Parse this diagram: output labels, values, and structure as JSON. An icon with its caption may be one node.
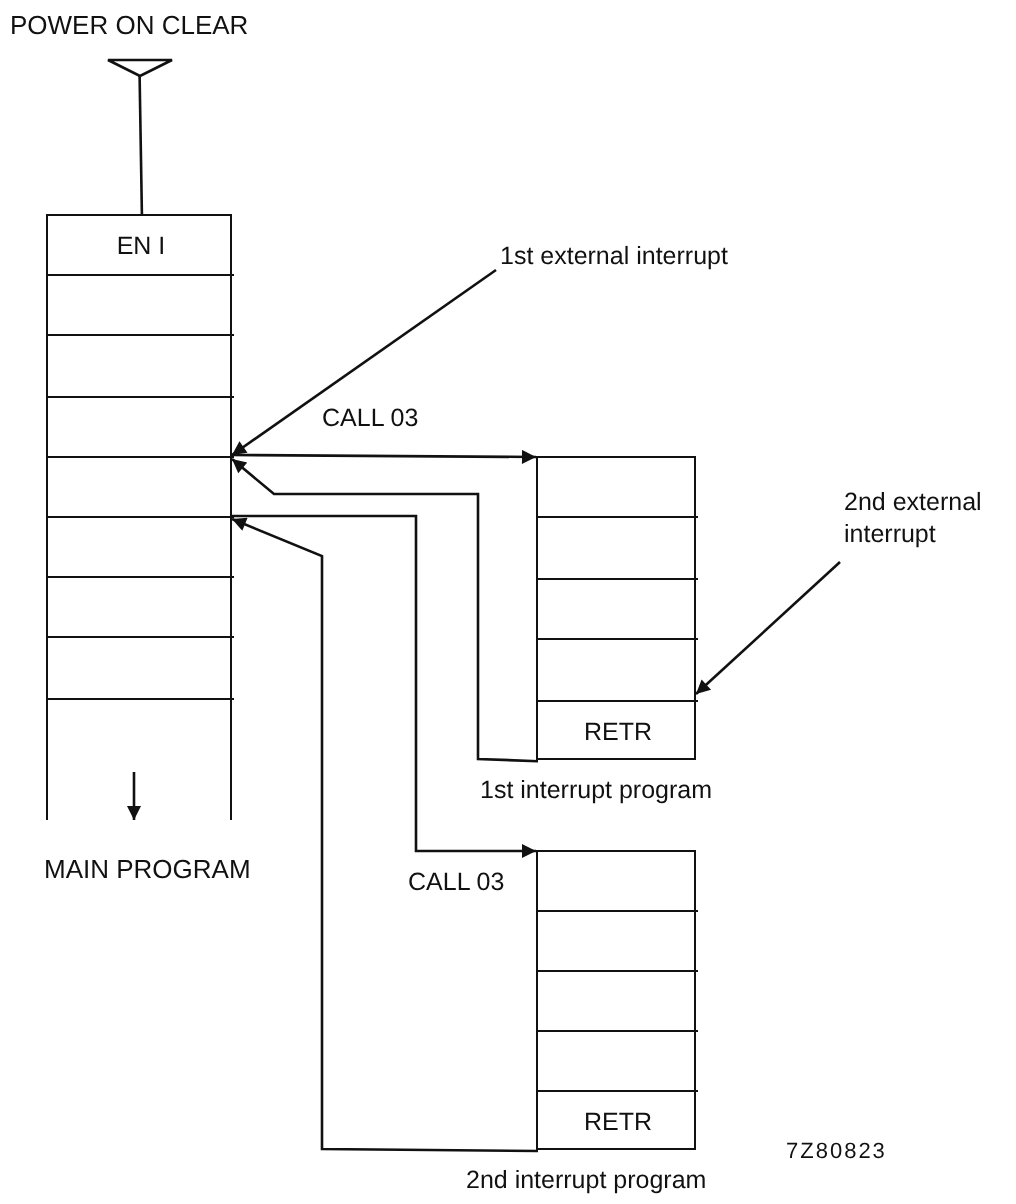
{
  "diagram": {
    "nodes": [
      {
        "text": [
          "POWER ON CLEAR"
        ]
      },
      {
        "text": [],
        "shape": "box",
        "beside": [
          "MAIN PROGRAM"
        ]
      },
      {
        "text": [
          "EN I"
        ],
        "in": 1
      },
      {
        "text": [],
        "shape": "box",
        "in": 1
      },
      {
        "text": [],
        "shape": "box",
        "in": 1
      },
      {
        "text": [],
        "shape": "box",
        "in": 1
      },
      {
        "text": [],
        "shape": "box",
        "in": 1
      },
      {
        "text": [],
        "shape": "box",
        "in": 1
      },
      {
        "text": [],
        "shape": "box",
        "in": 1
      },
      {
        "text": [],
        "shape": "box",
        "in": 1
      },
      {
        "text": [
          "1st external interrupt"
        ]
      },
      {
        "text": [],
        "shape": "box",
        "beside": [
          "1st interrupt program"
        ]
      },
      {
        "text": [],
        "shape": "box",
        "in": 11
      },
      {
        "text": [],
        "shape": "box",
        "in": 11
      },
      {
        "text": [],
        "shape": "box",
        "in": 11
      },
      {
        "text": [],
        "shape": "box",
        "in": 11
      },
      {
        "text": [
          "RETR"
        ],
        "in": 11
      },
      {
        "text": [
          "2nd external interrupt"
        ]
      },
      {
        "text": [],
        "shape": "box",
        "beside": [
          "2nd interrupt program"
        ]
      },
      {
        "text": [],
        "shape": "box",
        "in": 18
      },
      {
        "text": [],
        "shape": "box",
        "in": 18
      },
      {
        "text": [],
        "shape": "box",
        "in": 18
      },
      {
        "text": [],
        "shape": "box",
        "in": 18
      },
      {
        "text": [
          "RETR"
        ],
        "in": 18
      }
    ],
    "edges": [
      {
        "from": 0,
        "to": 2,
        "arrow": "none"
      },
      {
        "from": 10,
        "to": 1,
        "arrow": "to"
      },
      {
        "from": 1,
        "to": 11,
        "arrow": "to",
        "label": "CALL 03"
      },
      {
        "from": 16,
        "to": 1,
        "arrow": "to"
      },
      {
        "from": 1,
        "to": 18,
        "arrow": "to",
        "label": "CALL 03"
      },
      {
        "from": 23,
        "to": 1,
        "arrow": "to"
      },
      {
        "from": 17,
        "to": 11,
        "arrow": "to"
      }
    ],
    "labels": [
      "7Z80823"
    ]
  }
}
